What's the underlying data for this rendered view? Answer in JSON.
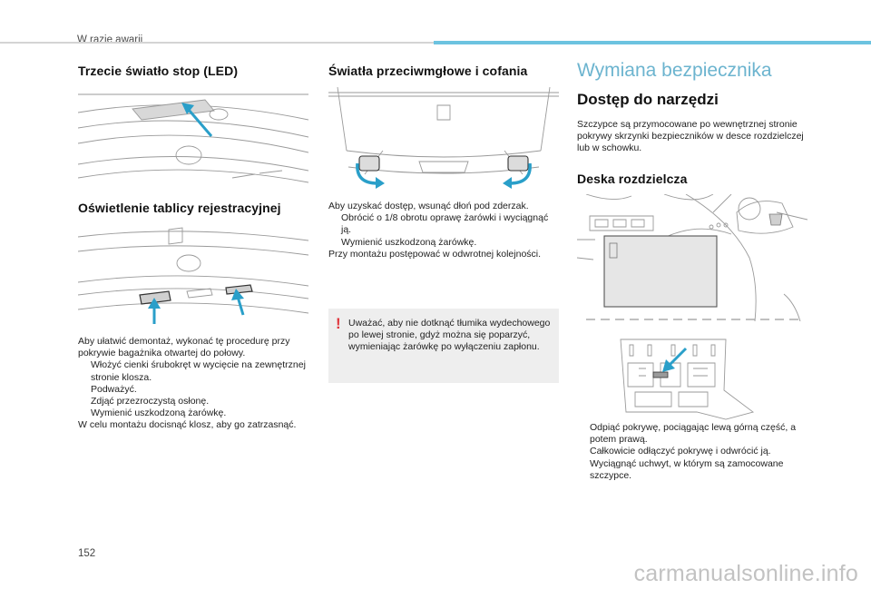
{
  "header": {
    "section_label": "W razie awarii"
  },
  "column1": {
    "third_stop_title": "Trzecie światło stop (LED)",
    "plate_title": "Oświetlenie tablicy rejestracyjnej",
    "plate_intro": "Aby ułatwić demontaż, wykonać tę procedurę przy pokrywie bagażnika otwartej do połowy.",
    "plate_steps": [
      "Włożyć cienki śrubokręt w wycięcie na zewnętrznej stronie klosza.",
      "Podważyć.",
      "Zdjąć przezroczystą osłonę.",
      "Wymienić uszkodzoną żarówkę."
    ],
    "plate_outro": "W celu montażu docisnąć klosz, aby go zatrzasnąć."
  },
  "column2": {
    "fog_title": "Światła przeciwmgłowe i cofania",
    "fog_intro": "Aby uzyskać dostęp, wsunąć dłoń pod zderzak.",
    "fog_steps": [
      "Obrócić o 1/8 obrotu oprawę żarówki i wyciągnąć ją.",
      "Wymienić uszkodzoną żarówkę."
    ],
    "fog_outro": "Przy montażu postępować w odwrotnej kolejności.",
    "warning_text": "Uważać, aby nie dotknąć tłumika wydechowego po lewej stronie, gdyż można się poparzyć, wymieniając żarówkę po wyłączeniu zapłonu."
  },
  "column3": {
    "main_title": "Wymiana bezpiecznika",
    "tools_title": "Dostęp do narzędzi",
    "tools_text": "Szczypce są przymocowane po wewnętrznej stronie pokrywy skrzynki bezpieczników w desce rozdzielczej lub w schowku.",
    "dashboard_title": "Deska rozdzielcza",
    "dashboard_steps": [
      "Odpiąć pokrywę, pociągając lewą górną część, a potem prawą.",
      "Całkowicie odłączyć pokrywę i odwrócić ją.",
      "Wyciągnąć uchwyt, w którym są zamocowane szczypce."
    ]
  },
  "bullet_glyph": "",
  "warning_glyph": "!",
  "page_number": "152",
  "watermark": "carmanualsonline.info",
  "colors": {
    "accent_blue": "#6cc3e0",
    "arrow_blue": "#2a9fc9",
    "warning_red": "#e0373d",
    "panel_grey": "#eeeeee"
  },
  "icons": [
    "warning-exclamation-icon"
  ]
}
